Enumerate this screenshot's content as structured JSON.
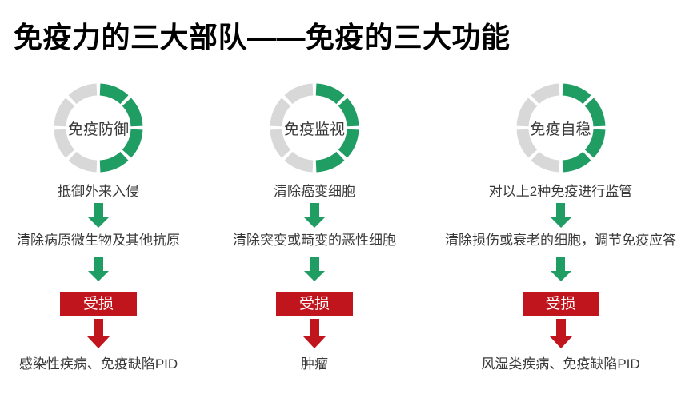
{
  "title": "免疫力的三大部队——免疫的三大功能",
  "colors": {
    "green": "#1F9D63",
    "ring_gray": "#D8D8D8",
    "red": "#C1151D",
    "text": "#3A3A3A",
    "title_text": "#000000",
    "damage_text": "#FFFFFF"
  },
  "ring": {
    "segments": 8,
    "green_segments": 4,
    "gap_degrees": 5
  },
  "columns": [
    {
      "ring_label": "免疫防御",
      "function": "抵御外来入侵",
      "detail": "清除病原微生物及其他抗原",
      "damage_label": "受损",
      "outcome": "感染性疾病、免疫缺陷PID"
    },
    {
      "ring_label": "免疫监视",
      "function": "清除癌变细胞",
      "detail": "清除突变或畸变的恶性细胞",
      "damage_label": "受损",
      "outcome": "肿瘤"
    },
    {
      "ring_label": "免疫自稳",
      "function": "对以上2种免疫进行监管",
      "detail": "清除损伤或衰老的细胞，调节免疫应答",
      "damage_label": "受损",
      "outcome": "风湿类疾病、免疫缺陷PID"
    }
  ]
}
